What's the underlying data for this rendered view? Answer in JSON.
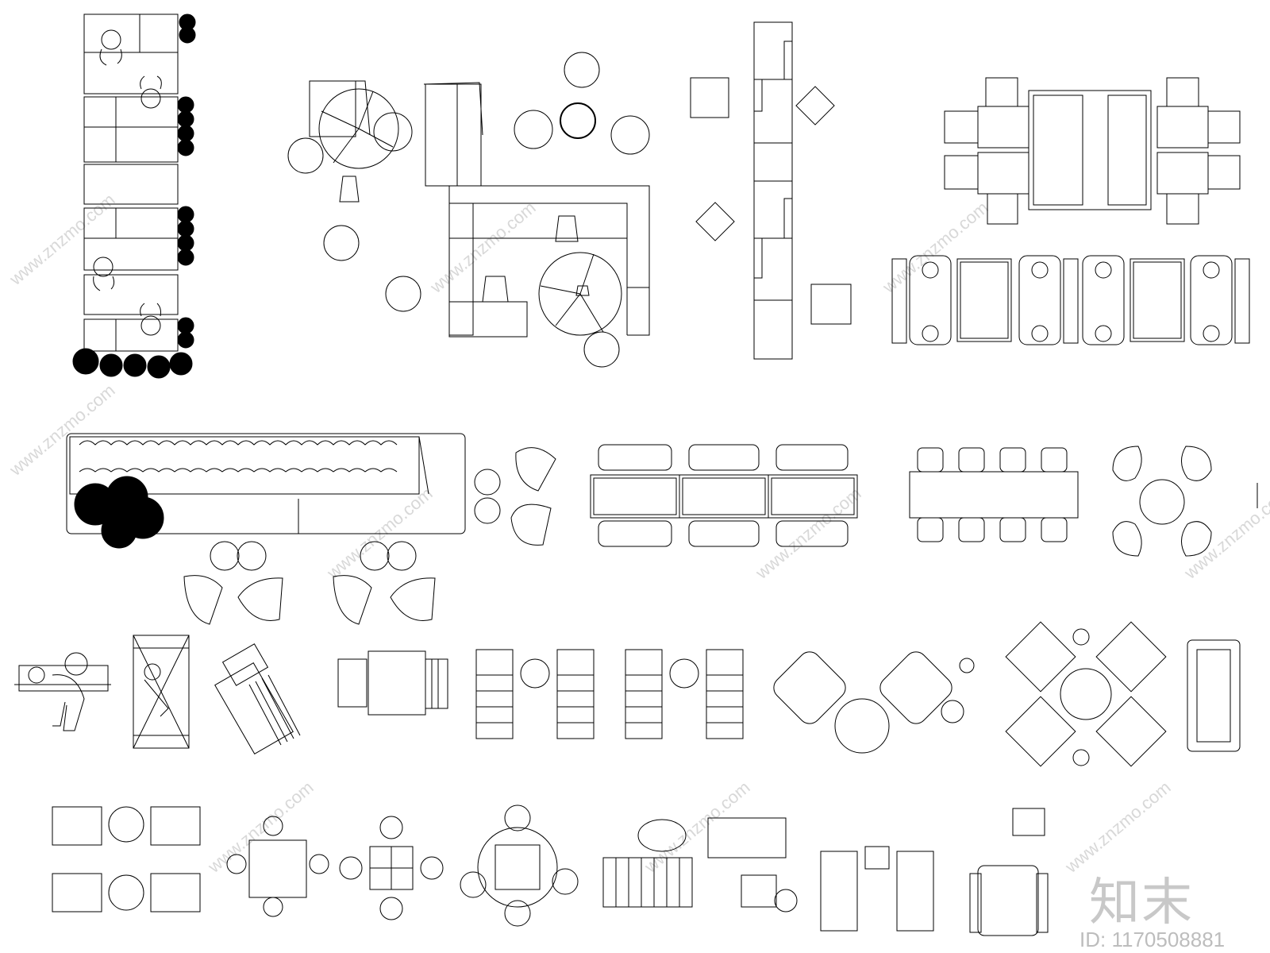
{
  "watermark": {
    "text": "www.znzmo.com"
  },
  "brand": {
    "text": "知末",
    "image_id": "ID: 1170508881"
  }
}
